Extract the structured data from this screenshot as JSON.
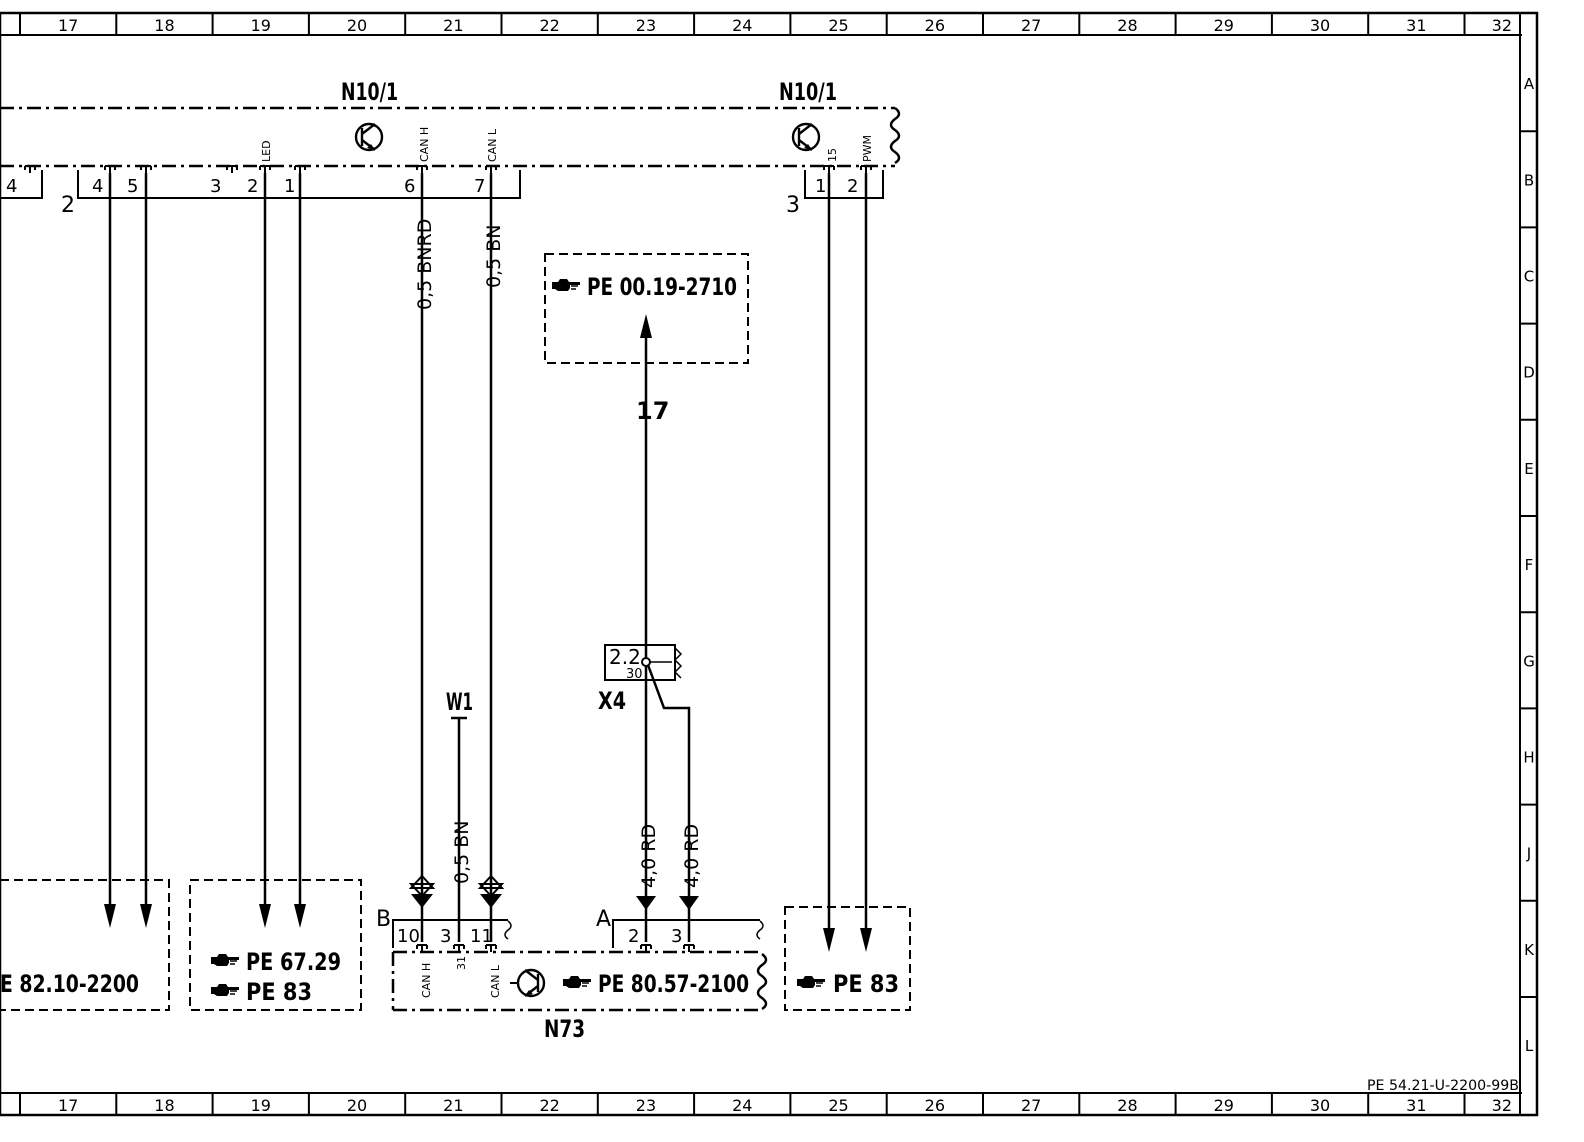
{
  "frame": {
    "columns": [
      "17",
      "18",
      "19",
      "20",
      "21",
      "22",
      "23",
      "24",
      "25",
      "26",
      "27",
      "28",
      "29",
      "30",
      "31",
      "32"
    ],
    "rows": [
      "A",
      "B",
      "C",
      "D",
      "E",
      "F",
      "G",
      "H",
      "J",
      "K",
      "L"
    ],
    "drawing_number": "PE 54.21-U-2200-99B"
  },
  "components": {
    "n10_left": "N10/1",
    "n10_right": "N10/1",
    "n73": "N73",
    "w1": "W1",
    "x4": "X4",
    "x4_pin_a": "2.2",
    "x4_pin_b": "30",
    "plug_b": "B",
    "plug_a": "A"
  },
  "signals": {
    "led": "LED",
    "can_h": "CAN H",
    "can_l": "CAN L",
    "pwm": "PWM",
    "t15": "15",
    "t31": "31"
  },
  "pins": {
    "top_4a": "4",
    "top_2": "2",
    "top_4b": "4",
    "top_5": "5",
    "top_3": "3",
    "top_2b": "2",
    "top_1": "1",
    "top_6": "6",
    "top_7": "7",
    "right_3": "3",
    "right_1": "1",
    "right_2": "2",
    "bot_10": "10",
    "bot_3": "3",
    "bot_11": "11",
    "bot_2": "2",
    "bot_3b": "3"
  },
  "wires": {
    "bnrd": "0,5 BNRD",
    "bn_top": "0,5 BN",
    "bn_w1": "0,5 BN",
    "rd_a": "4,0 RD",
    "rd_b": "4,0 RD",
    "num_17": "17"
  },
  "references": {
    "ref_pe_00": "PE 00.19-2710",
    "ref_pe_82": "E 82.10-2200",
    "ref_pe_67": "PE 67.29",
    "ref_pe_83a": "PE 83",
    "ref_pe_80": "PE 80.57-2100",
    "ref_pe_83b": "PE 83"
  },
  "icons": {
    "reference": "pointing-hand-icon",
    "control_unit": "transistor-icon"
  }
}
